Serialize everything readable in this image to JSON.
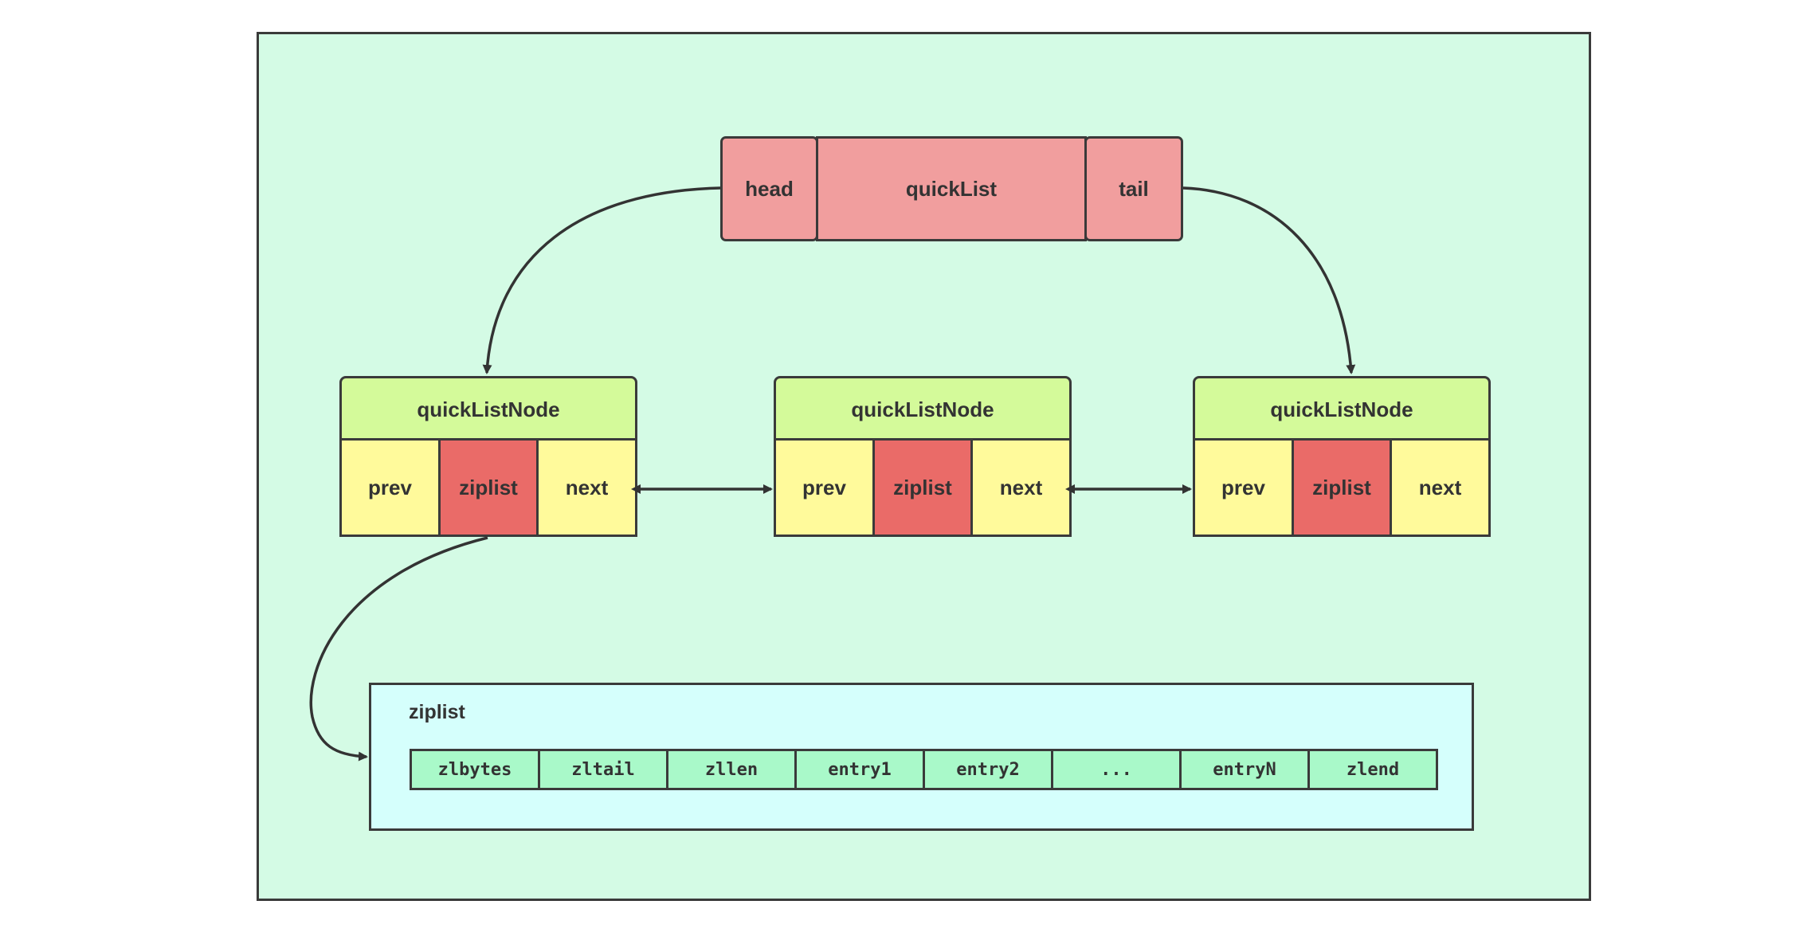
{
  "quicklist": {
    "head": "head",
    "title": "quickList",
    "tail": "tail"
  },
  "nodes": [
    {
      "title": "quickListNode",
      "prev": "prev",
      "ziplist": "ziplist",
      "next": "next"
    },
    {
      "title": "quickListNode",
      "prev": "prev",
      "ziplist": "ziplist",
      "next": "next"
    },
    {
      "title": "quickListNode",
      "prev": "prev",
      "ziplist": "ziplist",
      "next": "next"
    }
  ],
  "ziplist": {
    "title": "ziplist",
    "cells": [
      "zlbytes",
      "zltail",
      "zllen",
      "entry1",
      "entry2",
      "...",
      "entryN",
      "zlend"
    ]
  },
  "colors": {
    "background": "#d4fbe5",
    "quicklist": "#f19e9e",
    "node_header": "#d4fa9a",
    "node_cell": "#fffa9b",
    "ziplist_cell_highlight": "#ea6b68",
    "ziplist_container": "#d5fffc",
    "ziplist_entry": "#a9f9c9"
  }
}
